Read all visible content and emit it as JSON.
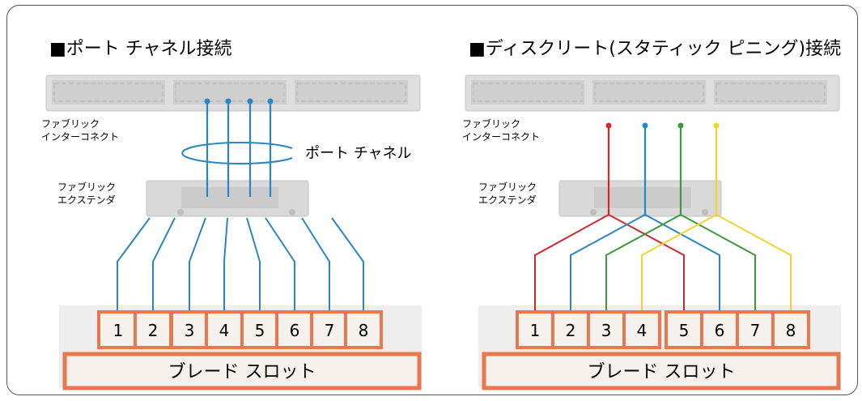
{
  "left_panel": {
    "title": "■ポート チャネル接続",
    "fi_label_1": "ファブリック",
    "fi_label_2": "インターコネクト",
    "fex_label_1": "ファブリック",
    "fex_label_2": "エクステンダ",
    "port_channel_label": "ポート チャネル",
    "blade_slot_label": "ブレード スロット",
    "slots": [
      "1",
      "2",
      "3",
      "4",
      "5",
      "6",
      "7",
      "8"
    ]
  },
  "right_panel": {
    "title": "■ディスクリート(スタティック ピニング)接続",
    "fi_label_1": "ファブリック",
    "fi_label_2": "インターコネクト",
    "fex_label_1": "ファブリック",
    "fex_label_2": "エクステンダ",
    "blade_slot_label": "ブレード スロット",
    "slots": [
      "1",
      "2",
      "3",
      "4",
      "5",
      "6",
      "7",
      "8"
    ]
  },
  "colors": {
    "blue": "#2a86c2",
    "red": "#d0282e",
    "green": "#3c9a3c",
    "yellow": "#f2d331",
    "slot_border": "#e8784f",
    "slot_fill": "#f6f1ec"
  },
  "right_pinning": [
    {
      "uplink_color": "red",
      "slots": [
        "1",
        "5"
      ]
    },
    {
      "uplink_color": "blue",
      "slots": [
        "2",
        "6"
      ]
    },
    {
      "uplink_color": "green",
      "slots": [
        "3",
        "7"
      ]
    },
    {
      "uplink_color": "yellow",
      "slots": [
        "4",
        "8"
      ]
    }
  ]
}
